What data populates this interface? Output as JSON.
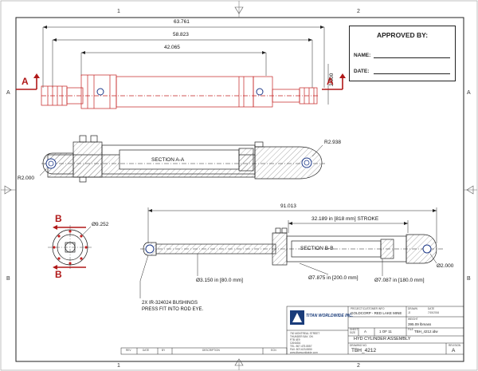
{
  "zones": {
    "top": [
      "1",
      "2"
    ],
    "bottom": [
      "1",
      "2"
    ],
    "left": [
      "A",
      "B"
    ],
    "right": [
      "A",
      "B"
    ]
  },
  "approval": {
    "title": "APPROVED BY:",
    "name_label": "NAME:",
    "date_label": "DATE:"
  },
  "top_view": {
    "dim_overall": "63.761",
    "dim_mid": "58.823",
    "dim_inner": "42.065",
    "dim_height": "2.000",
    "section_marker": "A"
  },
  "section_aa": {
    "label": "SECTION A-A",
    "radius_left": "R2.000",
    "radius_right": "R2.938"
  },
  "side_view": {
    "dim_overall": "91.013",
    "stroke": "32.189 in [818 mm] STROKE",
    "label": "SECTION B-B",
    "dia_rod": "Ø3.150 in [80.0 mm]",
    "dia_bore_outer": "Ø7.875 in [200.0 mm]",
    "dia_bore_inner": "Ø7.087 in [180.0 mm]",
    "dia_pin": "Ø2.000",
    "bushing_note_1": "2X IR-324024 BUSHINGS",
    "bushing_note_2": "PRESS FIT INTO ROD EYE."
  },
  "end_view": {
    "dia": "Ø9.252",
    "section_marker": "B"
  },
  "title_block": {
    "company": "TITAN WORLDWIDE INC.",
    "address": [
      "700 MONTREAL STREET",
      "THUNDER BAY, ON",
      "P7B 4E9",
      "CANADA",
      "TEL: 807-475-5557",
      "FAX: 807-623-5550",
      "www.titanworldwide.com"
    ],
    "project_customer_label": "PROJECT/CUSTOMER INFO",
    "project_customer": "GOLDCORP - RED LAKE MINE",
    "drawn_label": "DRAWN",
    "drawn_value": "JJ",
    "date_label": "DATE",
    "date_value": "7/15/2016",
    "weight_label": "WEIGHT",
    "weight_value": "395.09 lbmass",
    "sheet_label": "SHEET",
    "size_label": "SIZE",
    "size_value": "A",
    "page": "1 OF 11",
    "file_label": "FILE",
    "file_value": "TBH_4212.idw",
    "description": "HYD CYLINDER ASSEMBLY",
    "drawing_number_label": "DRAWING NO.",
    "drawing_number": "TBH_4212",
    "revision_label": "REVISION",
    "revision": "A"
  },
  "revision_table": {
    "headers": [
      "REV",
      "DATE",
      "BY",
      "DESCRIPTION",
      "ECN"
    ]
  }
}
